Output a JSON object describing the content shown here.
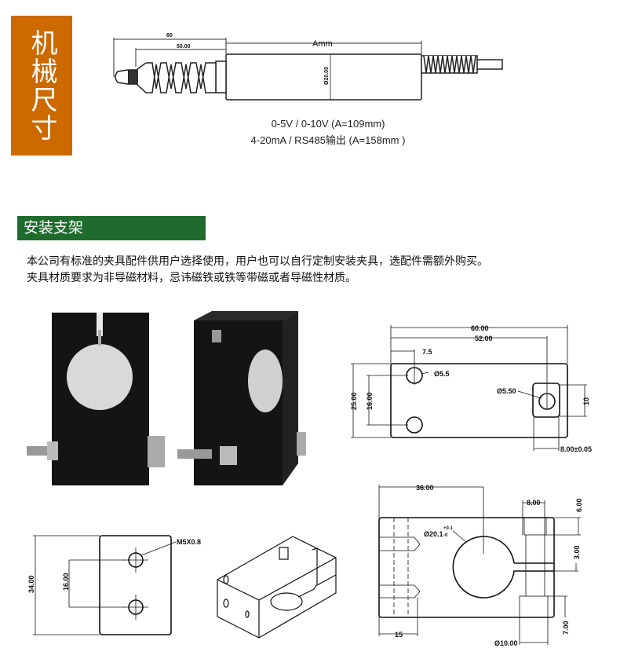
{
  "section_mechanical": {
    "title": "机械尺寸"
  },
  "sensor_drawing": {
    "dim_total": "60",
    "dim_bellows": "50.00",
    "dim_body": "Amm",
    "dim_diameter": "Ø20.00",
    "spec_lines": [
      "0-5V /  0-10V    (A=109mm)",
      "4-20mA / RS485输出    (A=158mm )"
    ]
  },
  "section_bracket": {
    "title": "安装支架",
    "description": [
      "本公司有标准的夹具配件供用户选择使用，用户也可以自行定制安装夹具，选配件需额外购买。",
      "夹具材质要求为非导磁材料，忌讳磁铁或铁等带磁或者导磁性材质。"
    ]
  },
  "top_view_drawing": {
    "dims": [
      "60.00",
      "52.00",
      "7.5",
      "Ø5.5",
      "Ø5.50",
      "25.00",
      "16.00",
      "10",
      "8.00±0.05"
    ]
  },
  "front_view_drawing": {
    "dims": [
      "36.00",
      "8.00",
      "6.00",
      "Ø20.1",
      "+0.1",
      "-0",
      "3.00",
      "7.00",
      "15",
      "Ø10.00"
    ]
  },
  "side_view_drawing": {
    "dims": [
      "M5X0.8",
      "34.00",
      "16.00"
    ]
  }
}
